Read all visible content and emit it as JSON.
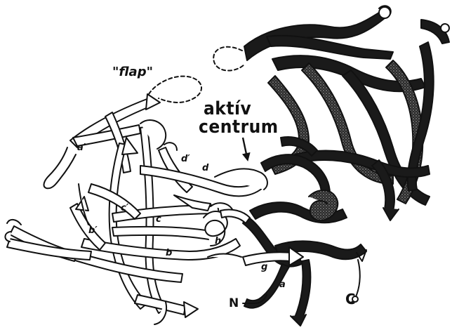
{
  "labels": {
    "flap": "\"flap\"",
    "active_site_line1": "aktív",
    "active_site_line2": "centrum",
    "strands": {
      "a_prime_top": "a′",
      "d_prime": "d′",
      "d": "d",
      "c_prime": "c′",
      "c": "c",
      "b_prime": "b′",
      "b": "b",
      "h": "h",
      "g": "g",
      "a": "a"
    },
    "n_terminus": "N",
    "c_terminus": "C"
  },
  "colors": {
    "ink": "#111111",
    "left_domain_fill": "#ffffff",
    "right_domain_fill": "#1a1a1a",
    "stipple": "#555555"
  }
}
